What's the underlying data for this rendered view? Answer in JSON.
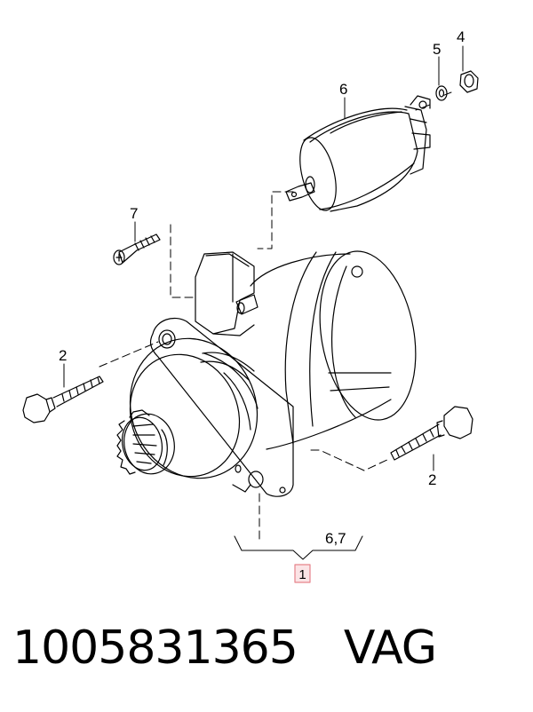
{
  "diagram": {
    "callouts": {
      "c4": "4",
      "c5": "5",
      "c6": "6",
      "c7": "7",
      "c2_left": "2",
      "c2_right": "2",
      "c67": "6,7",
      "c1": "1"
    }
  },
  "footer": {
    "part_number": "1005831365",
    "brand": "VAG"
  },
  "colors": {
    "line": "#000000",
    "callout_box_border": "#e6838b",
    "callout_box_fill": "#fbe4e6"
  }
}
